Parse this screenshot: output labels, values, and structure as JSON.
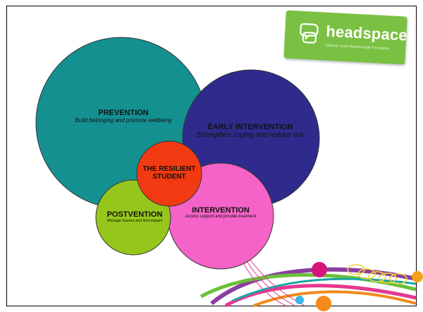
{
  "logo": {
    "wordmark": "headspace",
    "tagline": "National Youth Mental Health Foundation",
    "color": "#7ac143"
  },
  "circles": {
    "prevention": {
      "title": "PREVENTION",
      "subtitle": "Build belonging and promote wellbeing",
      "color": "#159090"
    },
    "early_intervention": {
      "title": "EARLY INTERVENTION",
      "subtitle": "Strengthen coping and reduce risk",
      "color": "#2e2b8c"
    },
    "resilient_student": {
      "title_line1": "THE RESILIENT",
      "title_line2": "STUDENT",
      "color": "#f23a12"
    },
    "intervention": {
      "title": "INTERVENTION",
      "subtitle": "Access support and provide treatment",
      "color": "#f562c8"
    },
    "postvention": {
      "title": "POSTVENTION",
      "subtitle": "Manage trauma and limit impact",
      "color": "#96c61b"
    }
  }
}
